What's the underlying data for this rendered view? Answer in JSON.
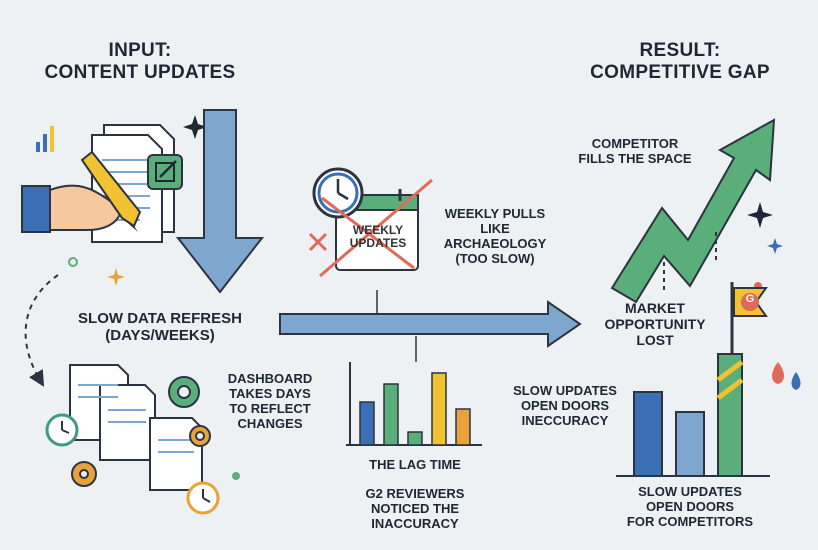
{
  "input": {
    "line1": "INPUT:",
    "line2": "CONTENT UPDATES"
  },
  "result": {
    "line1": "RESULT:",
    "line2": "COMPETITIVE GAP"
  },
  "slow_refresh": {
    "line1": "SLOW DATA REFRESH",
    "line2": "(DAYS/WEEKS)"
  },
  "dashboard": {
    "lines": [
      "DASHBOARD",
      "TAKES DAYS",
      "TO REFLECT",
      "CHANGES"
    ]
  },
  "calendar_stamp": {
    "line1": "WEEKLY",
    "line2": "UPDATES"
  },
  "weekly_pulls": {
    "lines": [
      "WEEKLY PULLS",
      "LIKE",
      "ARCHAEOLOGY",
      "(TOO SLOW)"
    ]
  },
  "lag_time": "THE LAG TIME",
  "g2": {
    "lines": [
      "G2 REVIEWERS",
      "NOTICED THE",
      "INACCURACY"
    ]
  },
  "competitor": {
    "line1": "COMPETITOR",
    "line2": "FILLS THE SPACE"
  },
  "market": {
    "lines": [
      "MARKET",
      "OPPORTUNITY",
      "LOST"
    ]
  },
  "slow_updates_mid": {
    "lines": [
      "SLOW UPDATES",
      "OPEN DOORS",
      "INECCURACY"
    ]
  },
  "slow_updates_bottom": {
    "lines": [
      "SLOW UPDATES",
      "OPEN DOORS",
      "FOR COMPETITORS"
    ]
  },
  "flag_glyph": "G",
  "colors": {
    "blue": "#3a6fb5",
    "light_blue": "#7fa6cf",
    "green": "#5aae7a",
    "teal": "#3e9a80",
    "yellow": "#f1c232",
    "orange": "#e9a23b",
    "red": "#e06a5a",
    "outline": "#2b3440"
  }
}
